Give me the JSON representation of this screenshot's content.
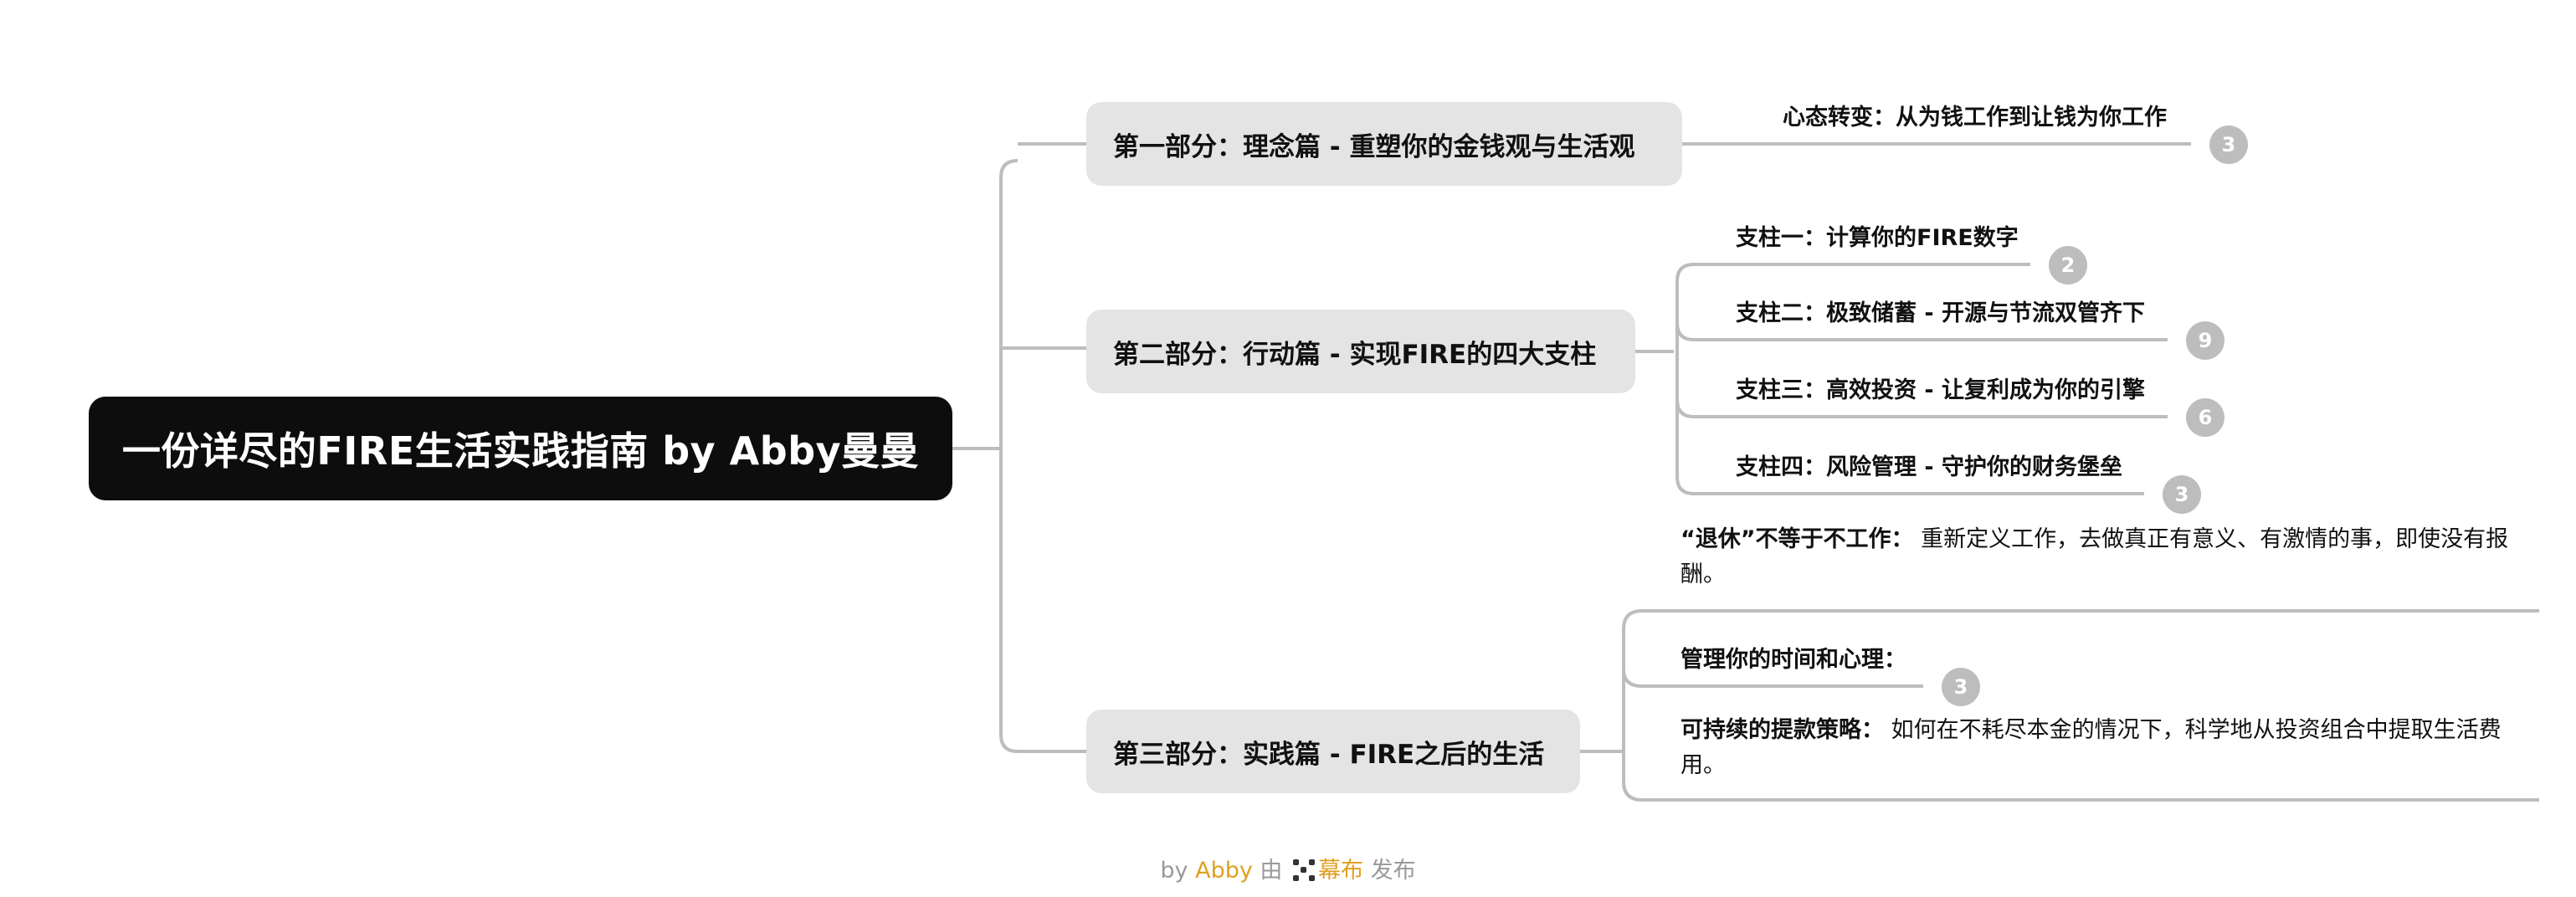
{
  "root": {
    "title": "一份详尽的FIRE生活实践指南 by Abby曼曼"
  },
  "parts": [
    {
      "title": "第一部分：理念篇 - 重塑你的金钱观与生活观",
      "children": [
        {
          "title": "心态转变：从为钱工作到让钱为你工作",
          "badge": "3"
        }
      ]
    },
    {
      "title": "第二部分：行动篇 - 实现FIRE的四大支柱",
      "children": [
        {
          "title": "支柱一：计算你的FIRE数字",
          "badge": "2"
        },
        {
          "title": "支柱二：极致储蓄 - 开源与节流双管齐下",
          "badge": "9"
        },
        {
          "title": "支柱三：高效投资 - 让复利成为你的引擎",
          "badge": "6"
        },
        {
          "title": "支柱四：风险管理 - 守护你的财务堡垒",
          "badge": "3"
        }
      ]
    },
    {
      "title": "第三部分：实践篇 - FIRE之后的生活",
      "children": [
        {
          "lead": "“退休”不等于不工作：",
          "text": " 重新定义工作，去做真正有意义、有激情的事，即使没有报酬。"
        },
        {
          "title": "管理你的时间和心理：",
          "badge": "3"
        },
        {
          "lead": "可持续的提款策略：",
          "text": " 如何在不耗尽本金的情况下，科学地从投资组合中提取生活费用。"
        }
      ]
    }
  ],
  "footer": {
    "by": "by",
    "author": "Abby",
    "via": "由",
    "brand": "幕布",
    "action": "发布"
  },
  "colors": {
    "root_bg": "#0d0d0d",
    "node_bg": "#e4e4e4",
    "line": "#bdbdbd",
    "badge": "#bdbdbd",
    "brand": "#e0a020"
  }
}
